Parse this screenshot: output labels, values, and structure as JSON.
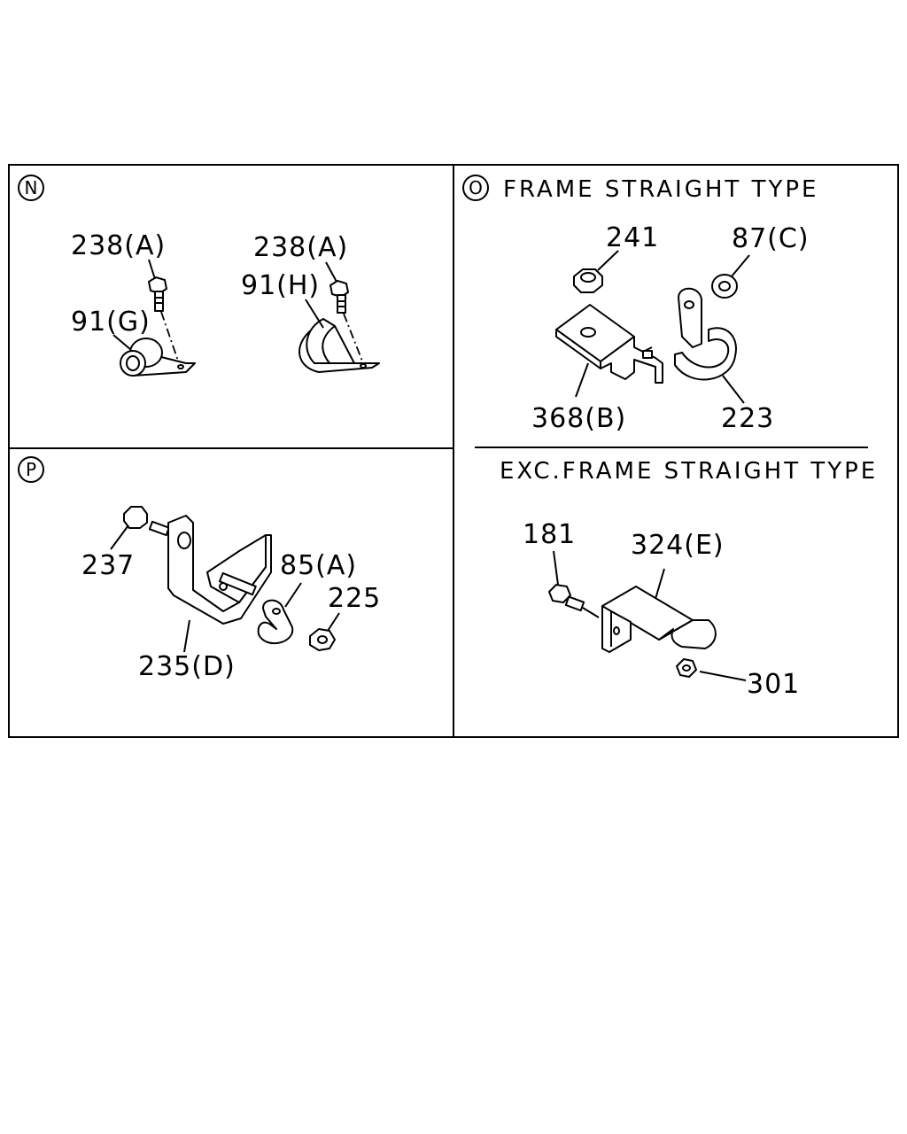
{
  "panels": {
    "n": {
      "marker": "N",
      "labels": [
        "238(A)",
        "238(A)",
        "91(H)",
        "91(G)"
      ]
    },
    "o": {
      "marker": "O",
      "header": "FRAME STRAIGHT TYPE",
      "labels": [
        "241",
        "87(C)",
        "368(B)",
        "223"
      ]
    },
    "p": {
      "marker": "P",
      "labels": [
        "237",
        "85(A)",
        "225",
        "235(D)"
      ]
    },
    "exc": {
      "header": "EXC.FRAME STRAIGHT TYPE",
      "labels": [
        "181",
        "324(E)",
        "301"
      ]
    }
  }
}
